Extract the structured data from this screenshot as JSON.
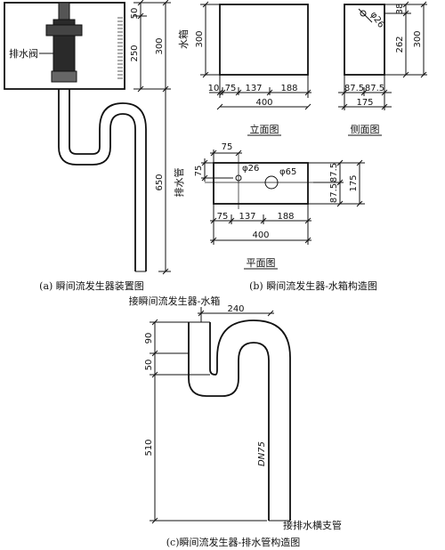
{
  "figure_a": {
    "caption": "(a) 瞬间流发生器装置图",
    "valve_label": "排水阀",
    "pipe_label": "排水管",
    "dims": [
      "50",
      "250",
      "300",
      "650"
    ]
  },
  "figure_b": {
    "caption": "(b) 瞬间流发生器-水箱构造图",
    "elevation": {
      "title": "立面图",
      "side_label": "水箱",
      "height": "300",
      "parts": [
        "10",
        "75",
        "137",
        "188"
      ],
      "total": "400"
    },
    "side_view": {
      "title": "侧面图",
      "hole": "φ26",
      "dims_right": [
        "38",
        "262",
        "300"
      ],
      "parts": [
        "87.5",
        "87.5"
      ],
      "total": "175"
    },
    "plan": {
      "title": "平面图",
      "hole_small": "φ26",
      "hole_large": "φ65",
      "dim_75_top": "75",
      "dim_75_left": "75",
      "dims_right": [
        "87.5",
        "87.5",
        "175"
      ],
      "parts": [
        "75",
        "137",
        "188"
      ],
      "total": "400"
    }
  },
  "figure_c": {
    "caption": "(c)瞬间流发生器-排水管构造图",
    "top_label": "接瞬间流发生器-水箱",
    "bottom_label": "接排水横支管",
    "pipe_spec": "DN75",
    "dims": [
      "240",
      "90",
      "50",
      "510"
    ]
  }
}
